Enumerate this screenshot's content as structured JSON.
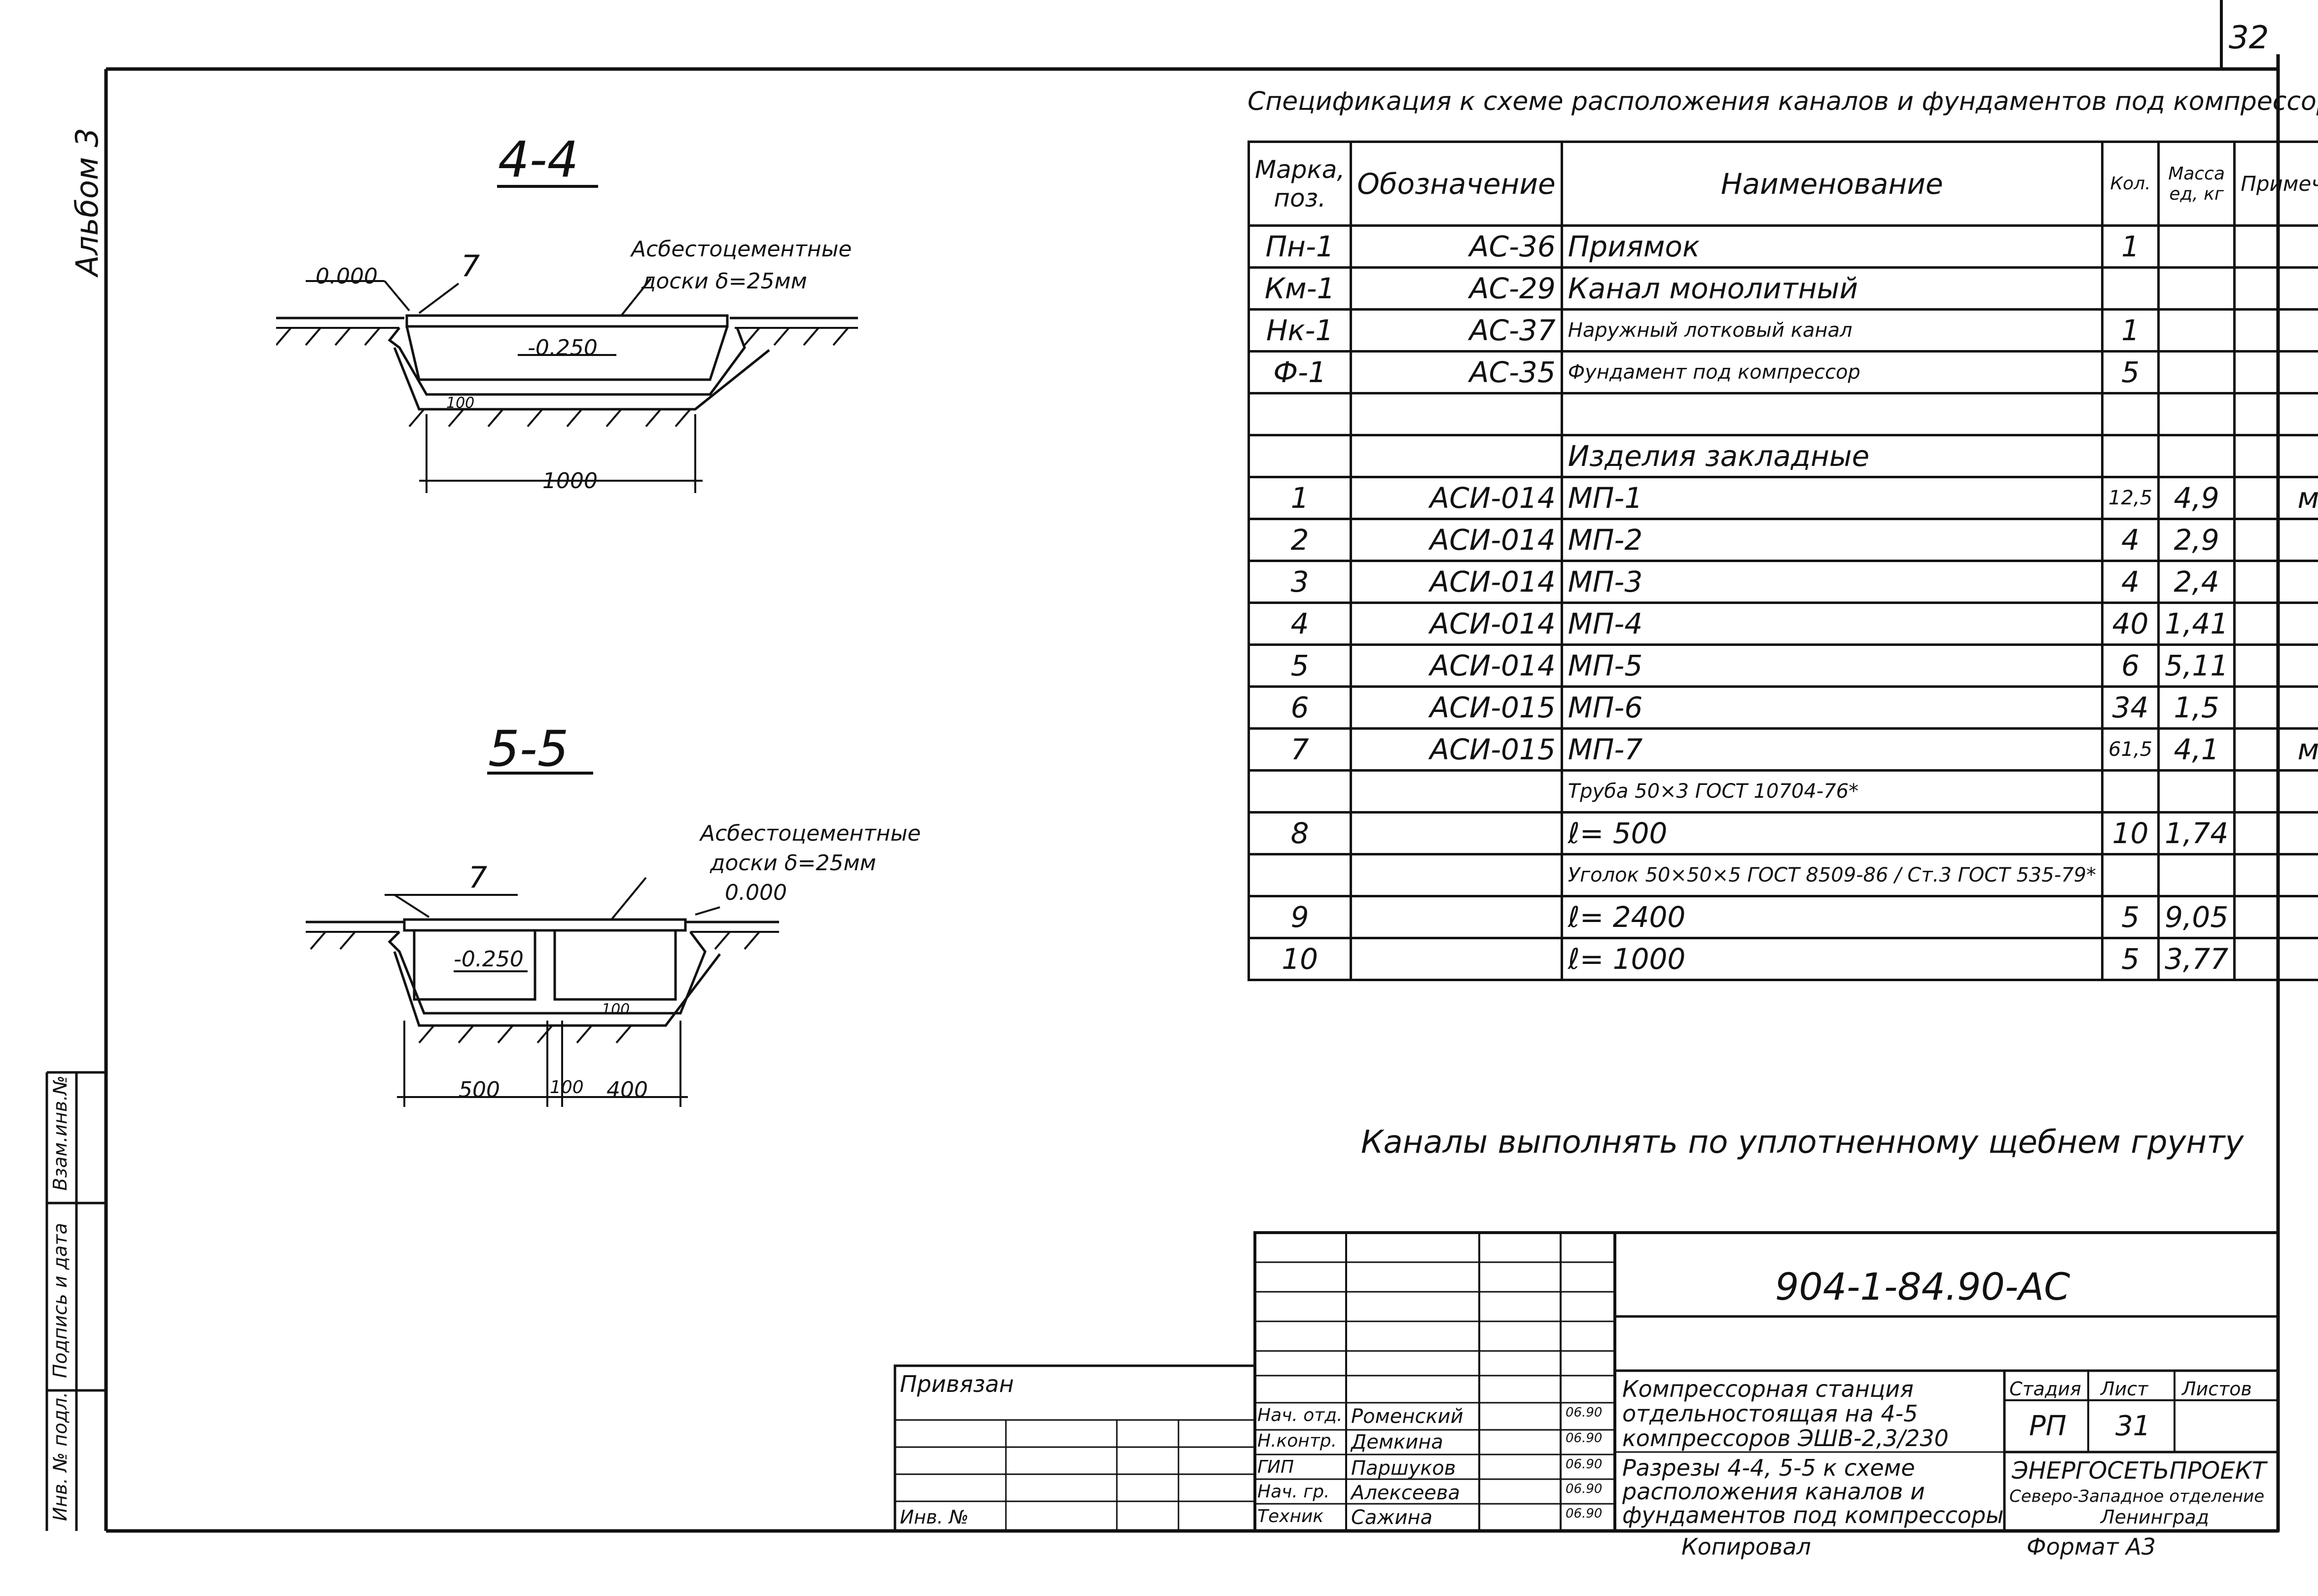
{
  "sheet_number": "32",
  "album_label": "Альбом 3",
  "side_stamp": [
    "Инв. № подл.",
    "Подпись и дата",
    "Взам.инв.№"
  ],
  "section_4_4": {
    "title": "4-4",
    "elevation_top": "0.000",
    "mark": "7",
    "note_line1": "Асбестоцементные",
    "note_line2": "доски δ=25мм",
    "elevation_bottom": "-0.250",
    "thickness": "100",
    "width": "1000"
  },
  "section_5_5": {
    "title": "5-5",
    "mark": "7",
    "note_line1": "Асбестоцементные",
    "note_line2": "доски δ=25мм",
    "elevation_top": "0.000",
    "elevation_bottom": "-0.250",
    "thickness": "100",
    "dim1": "500",
    "dim2": "100",
    "dim3": "400"
  },
  "spec": {
    "title": "Спецификация к схеме расположения каналов и фундаментов под компрессоры",
    "headers": [
      "Марка, поз.",
      "Обозначение",
      "Наименование",
      "Кол.",
      "Масса ед, кг",
      "Примечание"
    ],
    "rows": [
      [
        "Пн-1",
        "АС-36",
        "Приямок",
        "1",
        "",
        ""
      ],
      [
        "Км-1",
        "АС-29",
        "Канал монолитный",
        "",
        "",
        ""
      ],
      [
        "Нк-1",
        "АС-37",
        "Наружный лотковый канал",
        "1",
        "",
        ""
      ],
      [
        "Ф-1",
        "АС-35",
        "Фундамент под компрессор",
        "5",
        "",
        ""
      ],
      [
        "",
        "",
        "",
        "",
        "",
        ""
      ],
      [
        "",
        "",
        "Изделия закладные",
        "",
        "",
        ""
      ],
      [
        "1",
        "АСИ-014",
        "МП-1",
        "12,5",
        "4,9",
        "м"
      ],
      [
        "2",
        "АСИ-014",
        "МП-2",
        "4",
        "2,9",
        ""
      ],
      [
        "3",
        "АСИ-014",
        "МП-3",
        "4",
        "2,4",
        ""
      ],
      [
        "4",
        "АСИ-014",
        "МП-4",
        "40",
        "1,41",
        ""
      ],
      [
        "5",
        "АСИ-014",
        "МП-5",
        "6",
        "5,11",
        ""
      ],
      [
        "6",
        "АСИ-015",
        "МП-6",
        "34",
        "1,5",
        ""
      ],
      [
        "7",
        "АСИ-015",
        "МП-7",
        "61,5",
        "4,1",
        "м"
      ],
      [
        "",
        "",
        "Труба 50×3 ГОСТ 10704-76*",
        "",
        "",
        ""
      ],
      [
        "8",
        "",
        "ℓ= 500",
        "10",
        "1,74",
        ""
      ],
      [
        "",
        "",
        "Уголок 50×50×5 ГОСТ 8509-86 / Ст.3 ГОСТ 535-79*",
        "",
        "",
        ""
      ],
      [
        "9",
        "",
        "ℓ= 2400",
        "5",
        "9,05",
        ""
      ],
      [
        "10",
        "",
        "ℓ= 1000",
        "5",
        "3,77",
        ""
      ]
    ]
  },
  "bottom_note": "Каналы выполнять по уплотненному щебнем грунту",
  "title_block": {
    "doc_code": "904-1-84.90-АС",
    "bound_label": "Привязан",
    "inv_label": "Инв. №",
    "roles": [
      "Нач. отд.",
      "Н.контр.",
      "ГИП",
      "Нач. гр.",
      "Техник"
    ],
    "names": [
      "Роменский",
      "Демкина",
      "Паршуков",
      "Алексеева",
      "Сажина"
    ],
    "dates": [
      "06.90",
      "06.90",
      "06.90",
      "06.90",
      "06.90"
    ],
    "project_line1": "Компрессорная станция",
    "project_line2": "отдельностоящая на 4-5",
    "project_line3": "компрессоров ЭШВ-2,3/230",
    "sheet_desc_line1": "Разрезы 4-4, 5-5 к схеме",
    "sheet_desc_line2": "расположения каналов и",
    "sheet_desc_line3": "фундаментов под компрессоры",
    "stage_label": "Стадия",
    "sheet_label": "Лист",
    "sheets_label": "Листов",
    "stage_value": "РП",
    "sheet_value": "31",
    "org_name": "ЭНЕРГОСЕТЬПРОЕКТ",
    "org_branch": "Северо-Западное отделение",
    "org_city": "Ленинград",
    "copied_label": "Копировал",
    "format_label": "Формат А3"
  }
}
